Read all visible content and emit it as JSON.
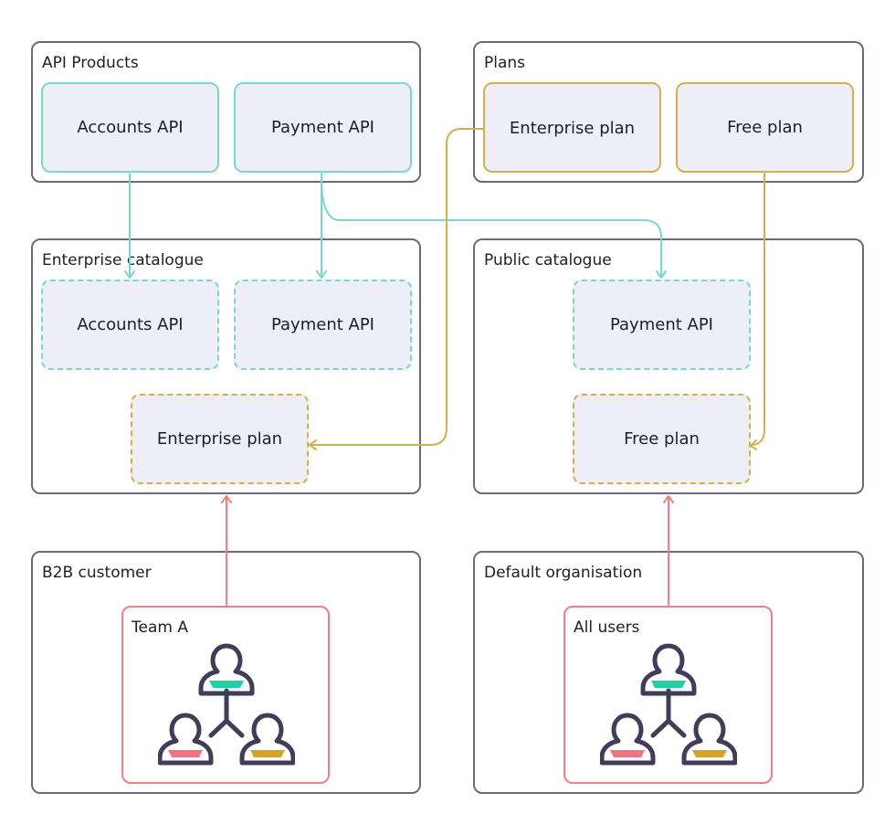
{
  "groups": {
    "api_products": {
      "title": "API Products"
    },
    "plans": {
      "title": "Plans"
    },
    "enterprise_catalogue": {
      "title": "Enterprise catalogue"
    },
    "public_catalogue": {
      "title": "Public catalogue"
    },
    "b2b_customer": {
      "title": "B2B customer"
    },
    "default_organisation": {
      "title": "Default organisation"
    }
  },
  "nodes": {
    "accounts_api": "Accounts API",
    "payment_api": "Payment API",
    "enterprise_plan": "Enterprise plan",
    "free_plan": "Free plan",
    "ent_cat_accounts_api": "Accounts API",
    "ent_cat_payment_api": "Payment API",
    "ent_cat_enterprise_plan": "Enterprise plan",
    "pub_cat_payment_api": "Payment API",
    "pub_cat_free_plan": "Free plan"
  },
  "teams": {
    "team_a": {
      "title": "Team A"
    },
    "all_users": {
      "title": "All users"
    }
  },
  "icons": {
    "team_icon": "users-group-icon"
  },
  "colors": {
    "api": "#7ad9c4",
    "plan": "#d3b04f",
    "team": "#ef7f86",
    "group_border": "#6b6882",
    "node_fill": "#eeeef9",
    "user_top": "#1fcfa8",
    "user_left": "#f2737f",
    "user_right": "#d3a42c"
  }
}
